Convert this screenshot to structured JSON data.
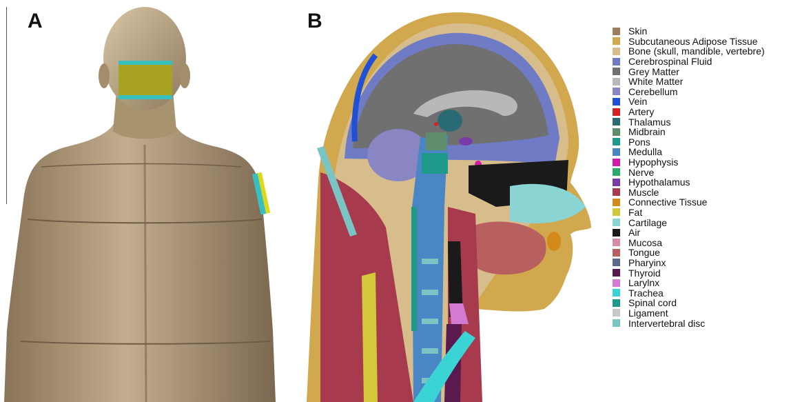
{
  "panels": {
    "a_label": "A",
    "b_label": "B"
  },
  "colors": {
    "body_surface": "#b39f84",
    "background": "#ffffff"
  },
  "legend": [
    {
      "label": "Skin",
      "color": "#9c7d5e"
    },
    {
      "label": "Subcutaneous Adipose Tissue",
      "color": "#d1a84e"
    },
    {
      "label": "Bone (skull, mandible, vertebre)",
      "color": "#d7bd8c"
    },
    {
      "label": "Cerebrospinal Fluid",
      "color": "#6f7bc4"
    },
    {
      "label": "Grey Matter",
      "color": "#707070"
    },
    {
      "label": "White Matter",
      "color": "#b8b8b8"
    },
    {
      "label": "Cerebellum",
      "color": "#8a86c4"
    },
    {
      "label": "Vein",
      "color": "#1f50d6"
    },
    {
      "label": "Artery",
      "color": "#d42222"
    },
    {
      "label": "Thalamus",
      "color": "#2a6a74"
    },
    {
      "label": "Midbrain",
      "color": "#5f8d6b"
    },
    {
      "label": "Pons",
      "color": "#1f9a8a"
    },
    {
      "label": "Medulla",
      "color": "#4a86c4"
    },
    {
      "label": "Hypophysis",
      "color": "#d31aa8"
    },
    {
      "label": "Nerve",
      "color": "#2aa86a"
    },
    {
      "label": "Hypothalamus",
      "color": "#7a3aa8"
    },
    {
      "label": "Muscle",
      "color": "#a83a4e"
    },
    {
      "label": "Connective Tissue",
      "color": "#d48a1a"
    },
    {
      "label": "Fat",
      "color": "#d4c83a"
    },
    {
      "label": "Cartilage",
      "color": "#8ad4d4"
    },
    {
      "label": "Air",
      "color": "#1a1a1a"
    },
    {
      "label": "Mucosa",
      "color": "#d48aa8"
    },
    {
      "label": "Tongue",
      "color": "#b86060"
    },
    {
      "label": "Pharyinx",
      "color": "#5a6a8a"
    },
    {
      "label": "Thyroid",
      "color": "#5a1a4e"
    },
    {
      "label": "Larylnx",
      "color": "#d47ad4"
    },
    {
      "label": "Trachea",
      "color": "#3ad4d4"
    },
    {
      "label": "Spinal cord",
      "color": "#1f9a8a"
    },
    {
      "label": "Ligament",
      "color": "#c8c8c8"
    },
    {
      "label": "Intervertebral disc",
      "color": "#7ac4c4"
    }
  ]
}
